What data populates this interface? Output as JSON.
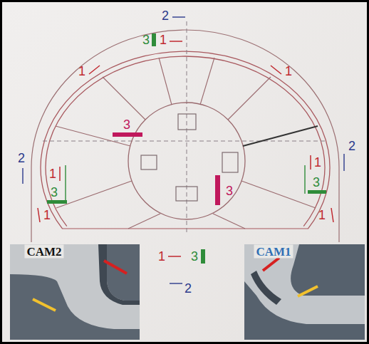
{
  "diagram": {
    "labels": [
      "2",
      "3",
      "1",
      "1",
      "1",
      "3",
      "2",
      "2",
      "1",
      "3",
      "1",
      "3",
      "3",
      "1",
      "1",
      "CAM2",
      "CAM1",
      "1",
      "3",
      "2"
    ]
  }
}
